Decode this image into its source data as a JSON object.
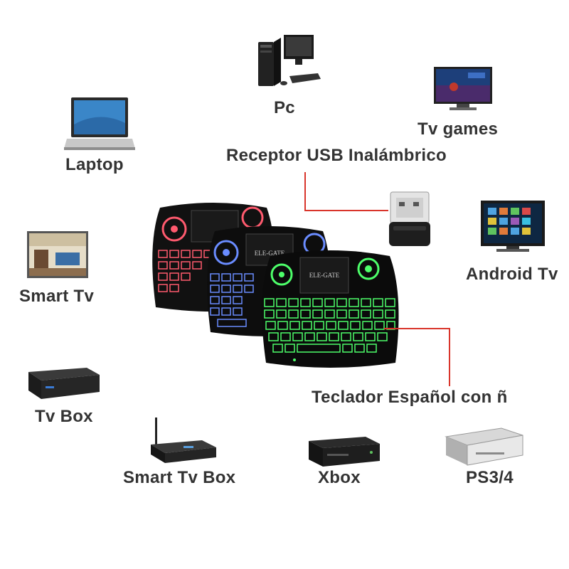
{
  "devices": {
    "pc": "Pc",
    "tv_games": "Tv games",
    "laptop": "Laptop",
    "smart_tv": "Smart Tv",
    "android_tv": "Android Tv",
    "tv_box": "Tv Box",
    "smart_tv_box": "Smart Tv Box",
    "xbox": "Xbox",
    "ps": "PS3/4"
  },
  "callouts": {
    "usb_receiver": "Receptor USB Inalámbrico",
    "spanish_keyboard": "Teclador Español con ñ"
  },
  "keyboard_brand": "ELE-GATE",
  "colors": {
    "label_text": "#333333",
    "callout_line": "#d9352b",
    "backlight_red": "#ff5a6e",
    "backlight_blue": "#6a8cff",
    "backlight_green": "#4dff6a"
  }
}
